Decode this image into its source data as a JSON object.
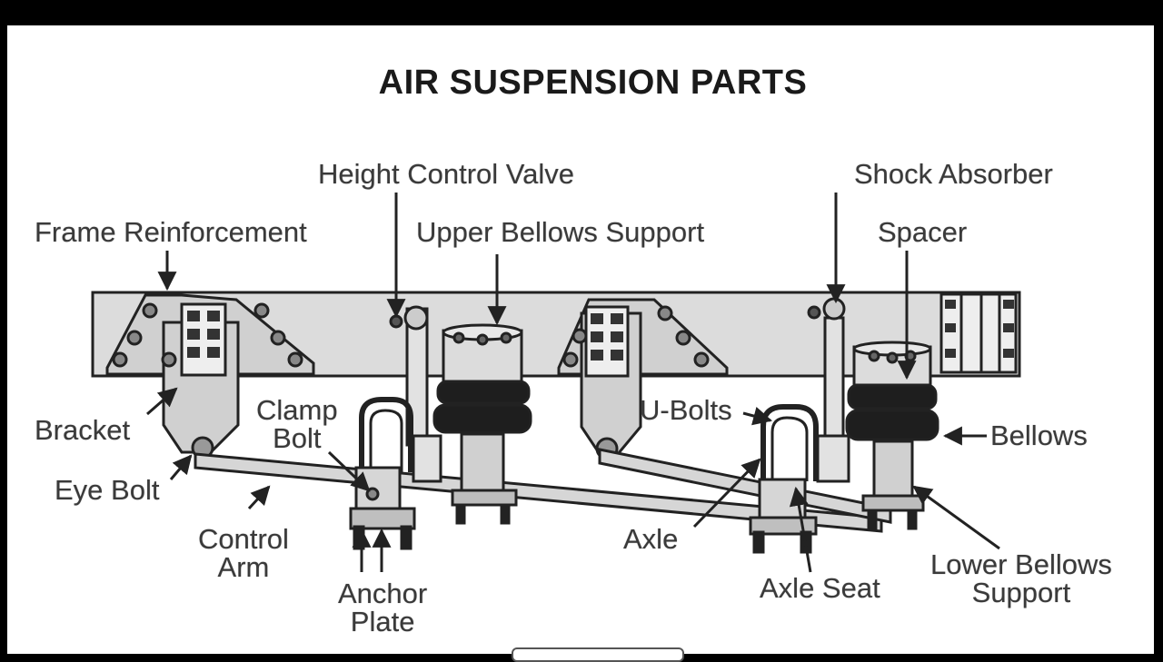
{
  "title": "AIR SUSPENSION PARTS",
  "labels": {
    "height_control_valve": "Height Control Valve",
    "shock_absorber": "Shock Absorber",
    "frame_reinforcement": "Frame Reinforcement",
    "upper_bellows_support": "Upper Bellows Support",
    "spacer": "Spacer",
    "clamp_bolt": [
      "Clamp",
      "Bolt"
    ],
    "u_bolts": "U-Bolts",
    "bracket": "Bracket",
    "bellows": "Bellows",
    "eye_bolt": "Eye Bolt",
    "control_arm": [
      "Control",
      "Arm"
    ],
    "axle": "Axle",
    "lower_bellows_support": [
      "Lower Bellows",
      "Support"
    ],
    "anchor_plate": [
      "Anchor",
      "Plate"
    ],
    "axle_seat": "Axle Seat"
  },
  "colors": {
    "frame": "#dcdcdc",
    "part": "#d0d0d0",
    "bellows": "#1e1e1e",
    "line": "#222222"
  }
}
